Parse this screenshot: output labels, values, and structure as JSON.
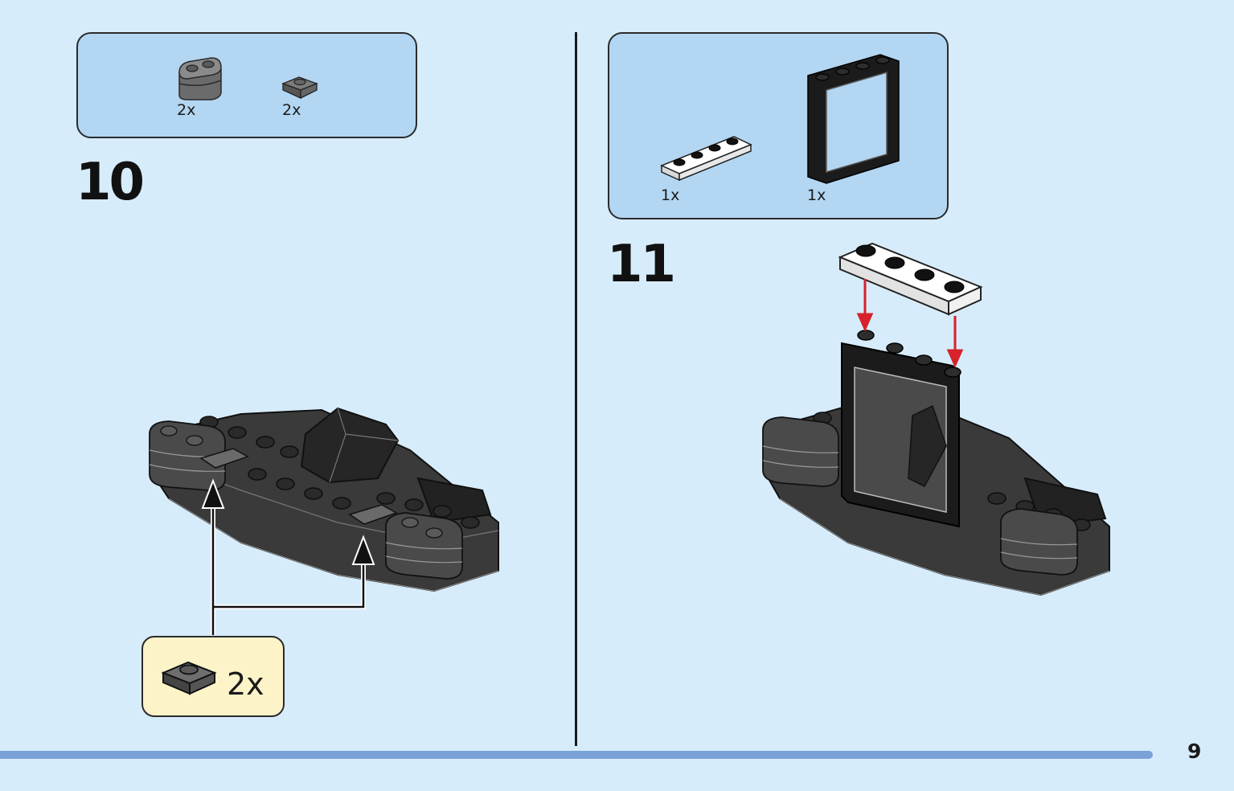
{
  "step10": {
    "number": "10",
    "parts": [
      {
        "name": "dark-gray-round-brick",
        "qty": "2x"
      },
      {
        "name": "dark-gray-plate-1x1",
        "qty": "2x"
      }
    ],
    "callout": {
      "qty": "2x"
    }
  },
  "step11": {
    "number": "11",
    "parts": [
      {
        "name": "white-plate-1x4",
        "qty": "1x"
      },
      {
        "name": "black-window-frame",
        "qty": "1x"
      }
    ]
  },
  "page": {
    "number": "9"
  },
  "colors": {
    "background": "#d6ecfa",
    "parts_box": "#b3d6f2",
    "callout": "#fdf3c8",
    "progress": "#7aa2d8",
    "arrow_red": "#d6222a"
  }
}
